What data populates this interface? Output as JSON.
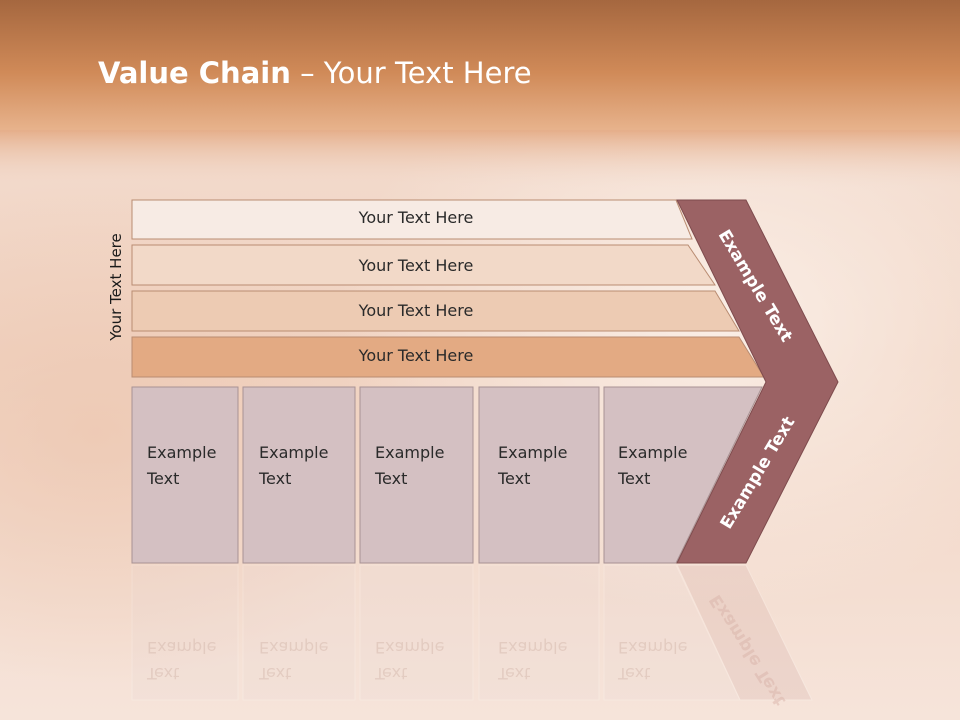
{
  "slide": {
    "title_bold": "Value Chain",
    "title_rest": " – Your Text Here",
    "side_label": "Your Text Here"
  },
  "rows": [
    {
      "label": "Your Text Here",
      "color": "#f7ebe4"
    },
    {
      "label": "Your Text Here",
      "color": "#f2d9c8"
    },
    {
      "label": "Your Text Here",
      "color": "#edcbb3"
    },
    {
      "label": "Your Text Here",
      "color": "#e3aa83"
    }
  ],
  "boxes": [
    {
      "line1": "Example",
      "line2": "Text"
    },
    {
      "line1": "Example",
      "line2": "Text"
    },
    {
      "line1": "Example",
      "line2": "Text"
    },
    {
      "line1": "Example",
      "line2": "Text"
    },
    {
      "line1": "Example",
      "line2": "Text"
    }
  ],
  "chevron": {
    "upper_label": "Example Text",
    "lower_label": "Example Text",
    "color": "#9b6264"
  },
  "colors": {
    "header": "#c8855a",
    "box_fill": "#d4c0c2",
    "box_stroke": "#a89294",
    "row_stroke": "#b98c72"
  }
}
